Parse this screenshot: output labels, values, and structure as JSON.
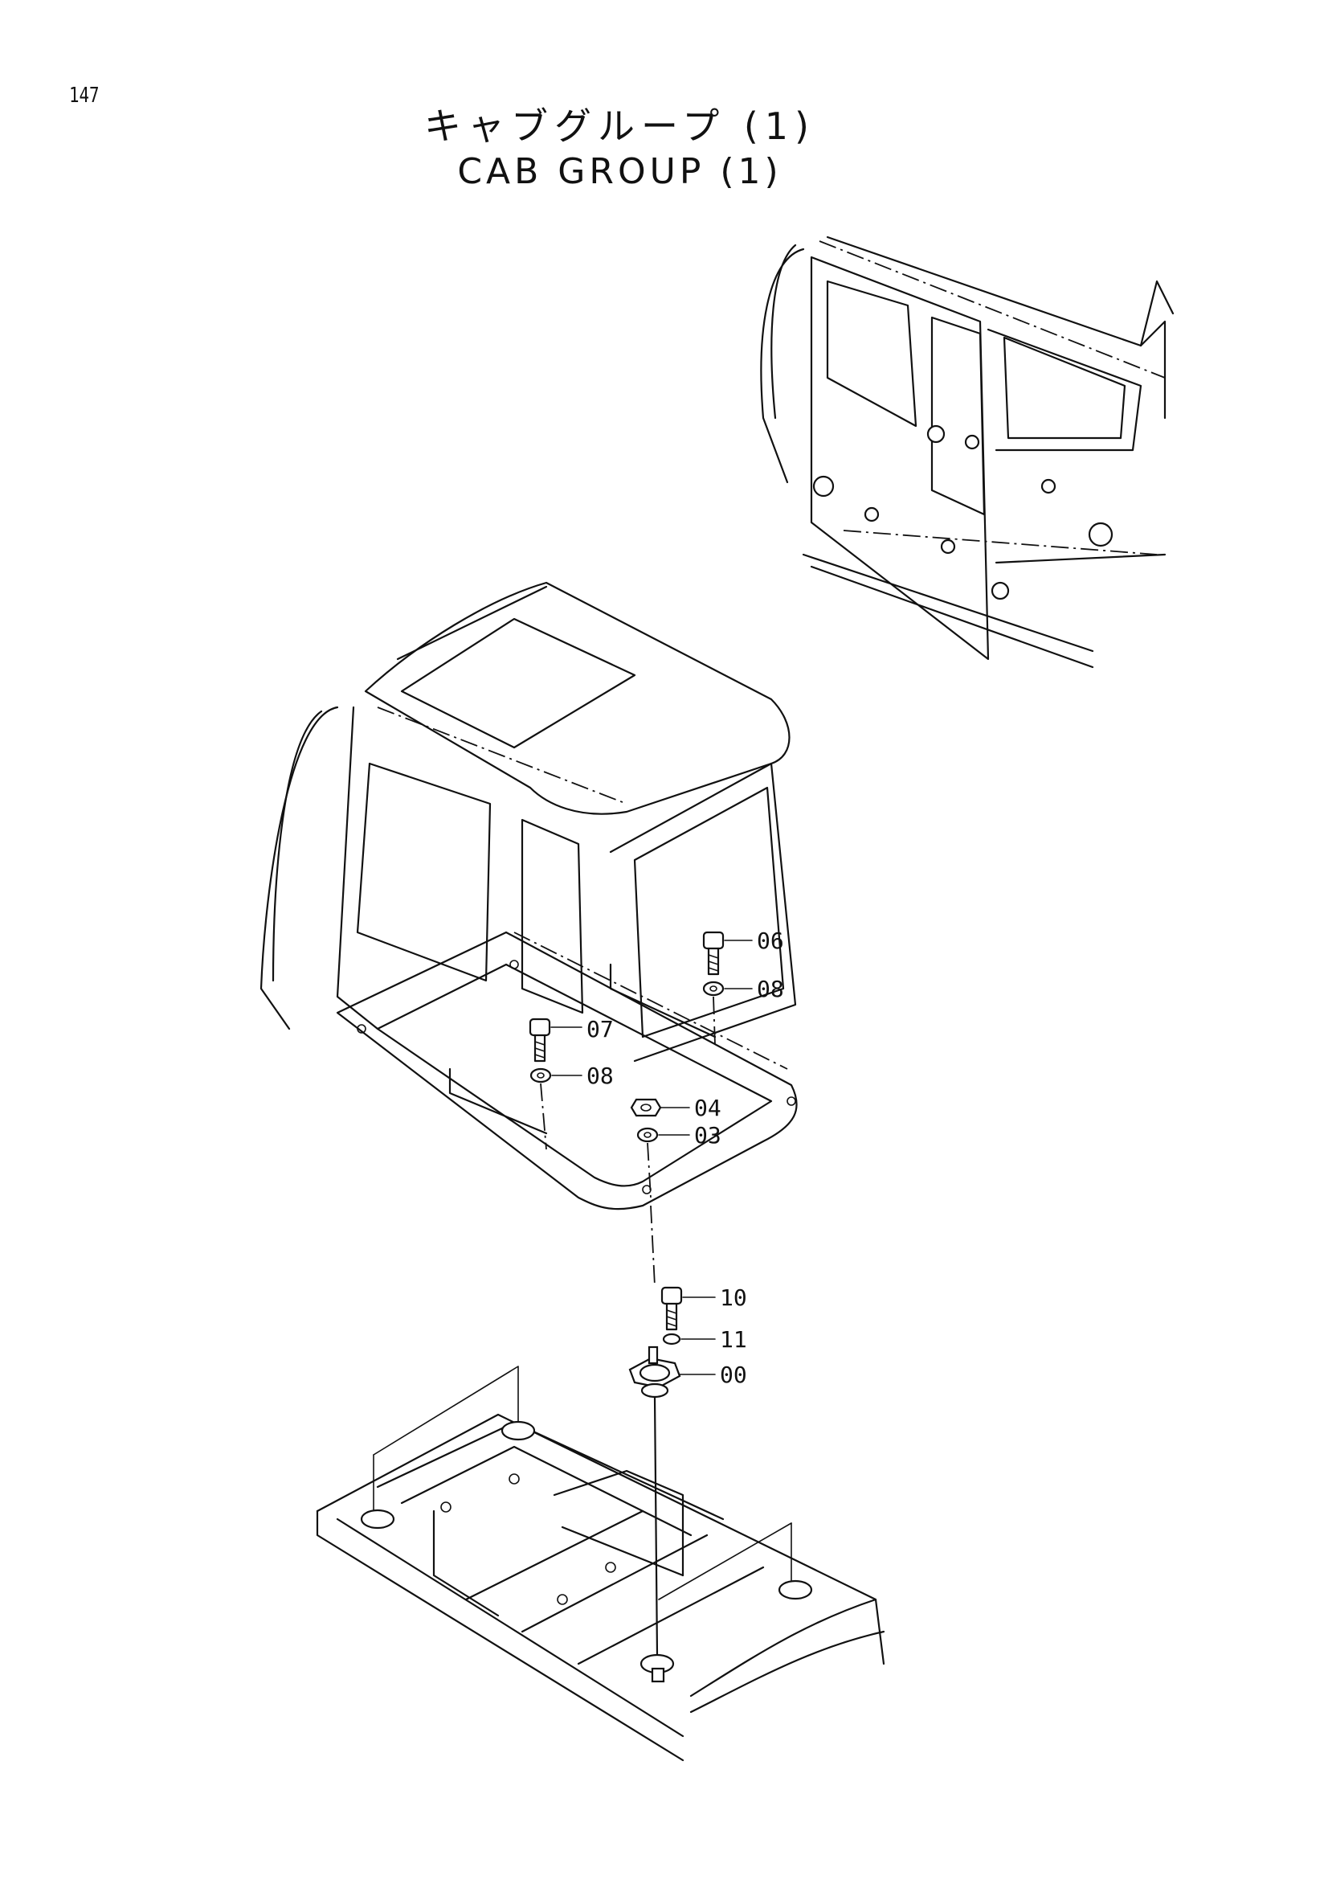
{
  "page_number": "147",
  "title_jp": "キャブグループ (1)",
  "title_en": "CAB GROUP (1)",
  "callouts": [
    {
      "id": "06",
      "label": "06"
    },
    {
      "id": "08a",
      "label": "08"
    },
    {
      "id": "07",
      "label": "07"
    },
    {
      "id": "08b",
      "label": "08"
    },
    {
      "id": "04",
      "label": "04"
    },
    {
      "id": "03",
      "label": "03"
    },
    {
      "id": "10",
      "label": "10"
    },
    {
      "id": "11",
      "label": "11"
    },
    {
      "id": "00",
      "label": "00"
    }
  ]
}
